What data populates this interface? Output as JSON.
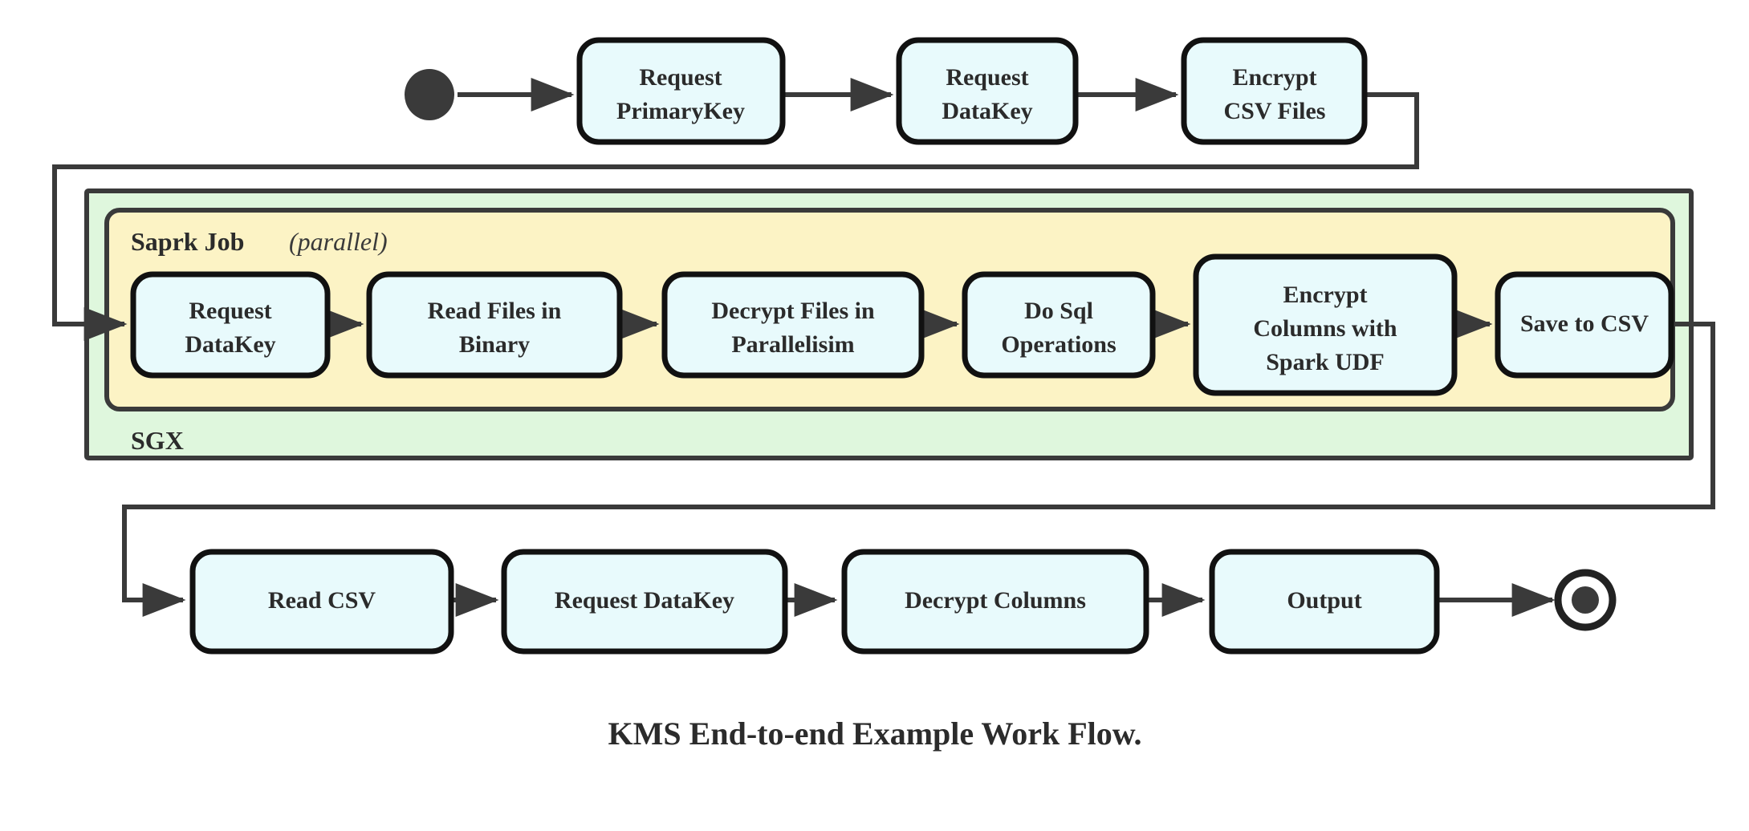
{
  "diagram": {
    "caption": "KMS End-to-end Example Work Flow.",
    "colors": {
      "node_fill": "#E8FAFC",
      "node_stroke": "#111111",
      "sgx_fill": "#DFF7DD",
      "sgx_stroke": "#3a3a3a",
      "spark_fill": "#FCF3C5",
      "spark_stroke": "#3a3a3a",
      "edge_stroke": "#3a3a3a",
      "text": "#2b2b2b",
      "background": "#ffffff"
    },
    "containers": [
      {
        "id": "sgx",
        "label": "SGX",
        "label_position": "bottom-left",
        "fill": "#DFF7DD"
      },
      {
        "id": "spark-job",
        "label": "Saprk Job",
        "label_suffix": "(parallel)",
        "label_position": "top-left",
        "fill": "#FCF3C5"
      }
    ],
    "rows": {
      "top": {
        "start_node": "initial-state-node",
        "nodes": [
          {
            "id": "request-primarykey",
            "line1": "Request",
            "line2": "PrimaryKey"
          },
          {
            "id": "request-datakey-top",
            "line1": "Request",
            "line2": "DataKey"
          },
          {
            "id": "encrypt-csv-files",
            "line1": "Encrypt",
            "line2": "CSV Files"
          }
        ]
      },
      "middle": {
        "nodes": [
          {
            "id": "request-datakey-spark",
            "line1": "Request",
            "line2": "DataKey"
          },
          {
            "id": "read-files-in-binary",
            "line1": "Read Files in",
            "line2": "Binary"
          },
          {
            "id": "decrypt-files-in-parallelisim",
            "line1": "Decrypt Files in",
            "line2": "Parallelisim"
          },
          {
            "id": "do-sql-operations",
            "line1": "Do Sql",
            "line2": "Operations"
          },
          {
            "id": "encrypt-columns-with-spark-udf",
            "line1": "Encrypt",
            "line2": "Columns with",
            "line3": "Spark UDF"
          },
          {
            "id": "save-to-csv",
            "line1": "Save to CSV"
          }
        ]
      },
      "bottom": {
        "nodes": [
          {
            "id": "read-csv",
            "line1": "Read CSV"
          },
          {
            "id": "request-datakey-bottom",
            "line1": "Request DataKey"
          },
          {
            "id": "decrypt-columns",
            "line1": "Decrypt Columns"
          },
          {
            "id": "output",
            "line1": "Output"
          }
        ],
        "end_node": "final-state-node"
      }
    },
    "edges": [
      {
        "from": "initial-state-node",
        "to": "request-primarykey"
      },
      {
        "from": "request-primarykey",
        "to": "request-datakey-top"
      },
      {
        "from": "request-datakey-top",
        "to": "encrypt-csv-files"
      },
      {
        "from": "encrypt-csv-files",
        "to": "request-datakey-spark"
      },
      {
        "from": "request-datakey-spark",
        "to": "read-files-in-binary"
      },
      {
        "from": "read-files-in-binary",
        "to": "decrypt-files-in-parallelisim"
      },
      {
        "from": "decrypt-files-in-parallelisim",
        "to": "do-sql-operations"
      },
      {
        "from": "do-sql-operations",
        "to": "encrypt-columns-with-spark-udf"
      },
      {
        "from": "encrypt-columns-with-spark-udf",
        "to": "save-to-csv"
      },
      {
        "from": "save-to-csv",
        "to": "read-csv"
      },
      {
        "from": "read-csv",
        "to": "request-datakey-bottom"
      },
      {
        "from": "request-datakey-bottom",
        "to": "decrypt-columns"
      },
      {
        "from": "decrypt-columns",
        "to": "output"
      },
      {
        "from": "output",
        "to": "final-state-node"
      }
    ]
  }
}
